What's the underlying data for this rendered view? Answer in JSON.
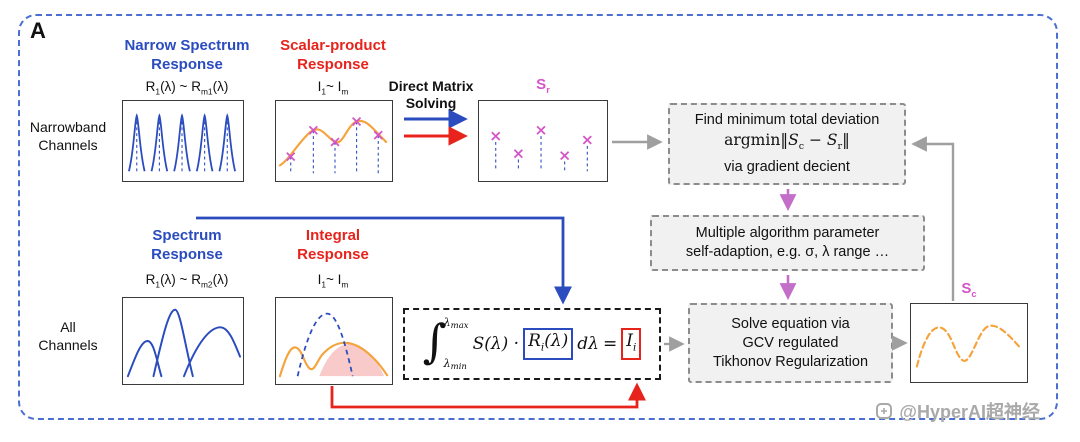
{
  "panel": {
    "label": "A"
  },
  "narrowband_row": {
    "channel_label_1": "Narrowband",
    "channel_label_2": "Channels",
    "narrow_spectrum_title_1": "Narrow Spectrum",
    "narrow_spectrum_title_2": "Response",
    "narrow_range": {
      "p1": "R",
      "s1": "1",
      "p2": "(λ) ~ R",
      "s2": "m1",
      "p3": "(λ)"
    },
    "scalar_title_1": "Scalar-product",
    "scalar_title_2": "Response",
    "scalar_range": {
      "p1": "I",
      "s1": "1",
      "p2": "~ I",
      "s2": "m"
    },
    "direct_matrix_1": "Direct Matrix",
    "direct_matrix_2": "Solving",
    "sr": {
      "base": "S",
      "sub": "r"
    }
  },
  "all_row": {
    "channel_label_1": "All",
    "channel_label_2": "Channels",
    "spectrum_title_1": "Spectrum",
    "spectrum_title_2": "Response",
    "spectrum_range": {
      "p1": "R",
      "s1": "1",
      "p2": "(λ) ~ R",
      "s2": "m2",
      "p3": "(λ)"
    },
    "integral_title_1": "Integral",
    "integral_title_2": "Response",
    "integral_range": {
      "p1": "I",
      "s1": "1",
      "p2": "~ I",
      "s2": "m"
    },
    "sc": {
      "base": "S",
      "sub": "c"
    }
  },
  "flow_boxes": {
    "find_min": {
      "line1": "Find minimum total deviation",
      "math": {
        "fn": "argmin",
        "bar1": "‖",
        "s1": "S",
        "sub1": "c",
        "minus": " − ",
        "s2": "S",
        "sub2": "r",
        "bar2": "‖"
      },
      "line3": "via gradient decient"
    },
    "params": {
      "line1": "Multiple algorithm parameter",
      "line2": "self-adaption, e.g. σ, λ range …"
    },
    "solve": {
      "line1": "Solve equation via",
      "line2": "GCV regulated",
      "line3": "Tikhonov Regularization"
    }
  },
  "equation": {
    "int_sign": "∫",
    "lim_lambda": "λ",
    "lim_max": "max",
    "lim_min": "min",
    "s_term": "S(λ) ·",
    "r_pre": "R",
    "r_sub": "i",
    "r_post": "(λ)",
    "d_term": "dλ",
    "equals": "=",
    "i_pre": "I",
    "i_sub": "i"
  },
  "watermark": {
    "text": "@HyperAI超神经"
  },
  "colors": {
    "blue": "#2a4cbe",
    "red": "#e8231c",
    "magenta": "#d355c8",
    "magenta_arrow": "#c36fc9",
    "orange": "#f5a33c",
    "gray_arrow": "#9f9f9f",
    "box_fill": "#f1f1f1",
    "panel_border": "#4a6fd0"
  }
}
